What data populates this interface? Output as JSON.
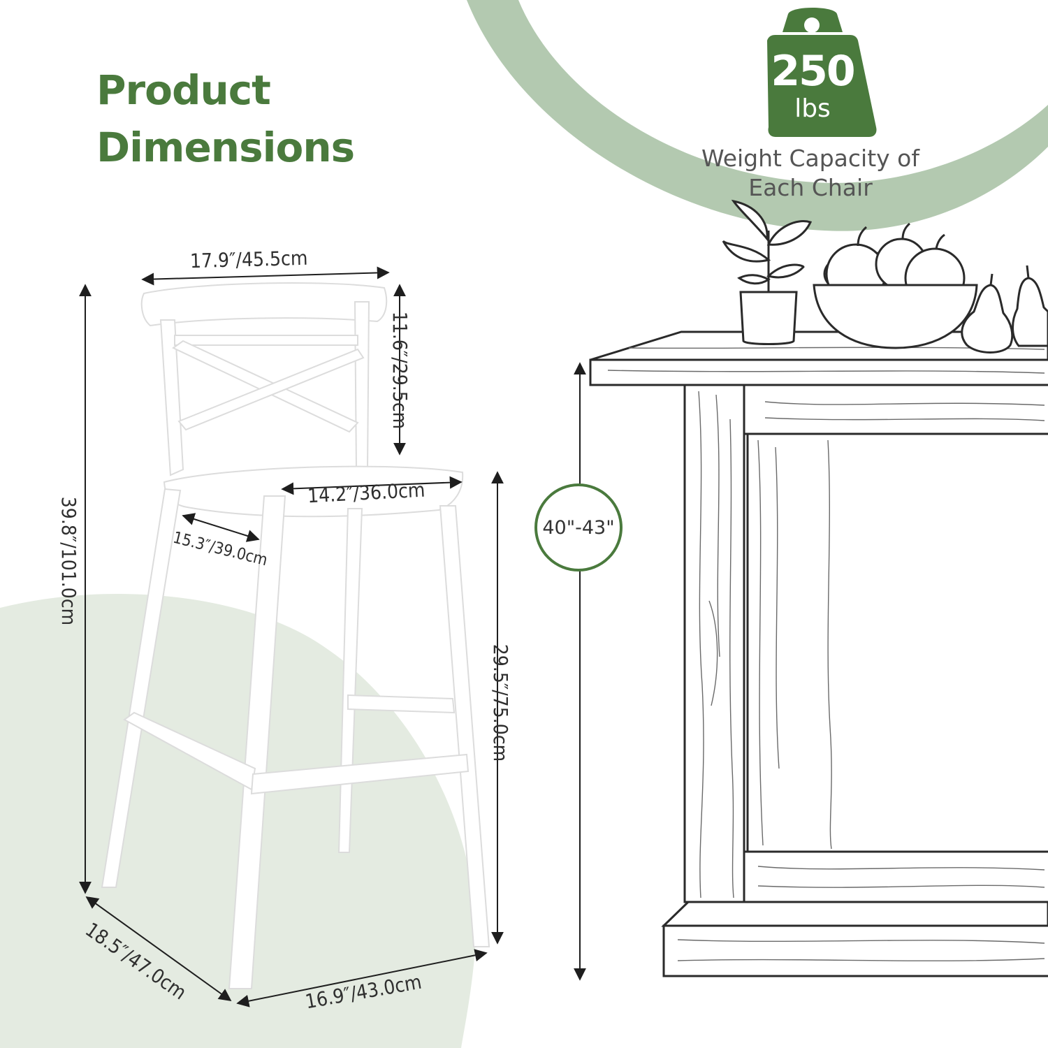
{
  "title": {
    "line1": "Product",
    "line2": "Dimensions"
  },
  "weight_badge": {
    "value": "250",
    "unit": "lbs",
    "caption_line1": "Weight Capacity of",
    "caption_line2": "Each Chair"
  },
  "dimensions": {
    "backrest_width": "17.9″/45.5cm",
    "backrest_height": "11.6″/29.5cm",
    "total_height": "39.8″/101.0cm",
    "seat_width": "14.2″/36.0cm",
    "seat_depth": "15.3″/39.0cm",
    "seat_height": "29.5″/75.0cm",
    "base_depth": "18.5″/47.0cm",
    "base_width": "16.9″/43.0cm"
  },
  "counter_height": "40\"-43\"",
  "colors": {
    "brand_green": "#4a7a3d",
    "arc_green": "#b3c9b0",
    "blob_green": "#e4ebe1",
    "line_dark": "#2a2a2a"
  }
}
